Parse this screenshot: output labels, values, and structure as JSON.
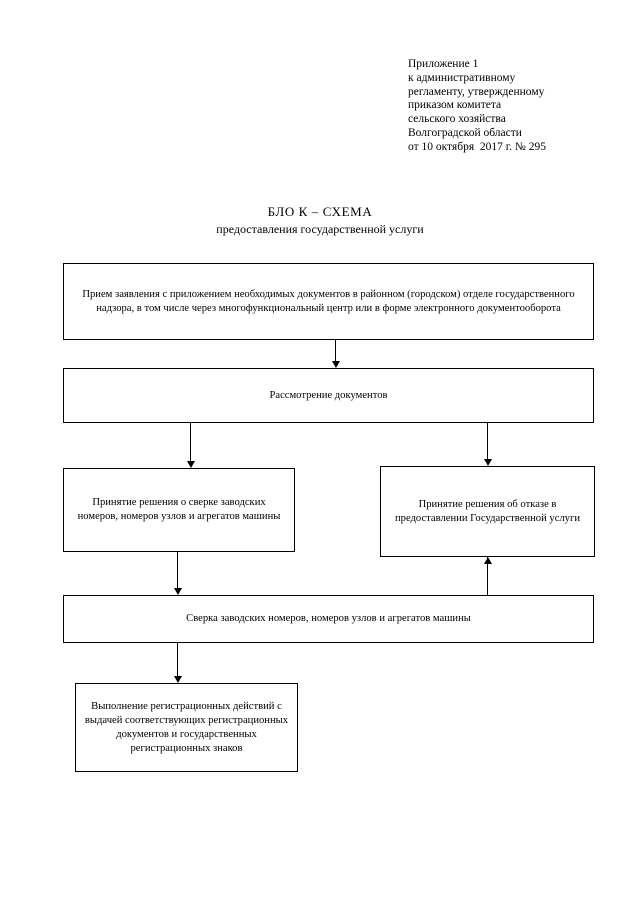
{
  "document": {
    "header_lines": [
      "Приложение 1",
      "к административному",
      "регламенту, утвержденному",
      "приказом комитета",
      "сельского хозяйства",
      "Волгоградской области",
      "от 10 октября  2017 г. № 295"
    ],
    "header_text": "Приложение 1\nк административному\nрегламенту, утвержденному\nприказом комитета\nсельского хозяйства\nВолгоградской области\nот 10 октября  2017 г. № 295",
    "title_main": "БЛО К – СХЕМА",
    "title_sub": "предоставления государственной услуги",
    "page_background": "#ffffff",
    "ink_color": "#000000"
  },
  "flowchart": {
    "type": "flowchart",
    "orientation": "top-to-bottom",
    "nodes": [
      {
        "id": "intake",
        "label": "Прием заявления с приложением необходимых документов в районном (городском) отделе государственного надзора, в том числе через многофункциональный центр или в форме электронного документооборота"
      },
      {
        "id": "review",
        "label": "Рассмотрение документов"
      },
      {
        "id": "decision_verify",
        "label": "Принятие решения о сверке заводских номеров, номеров узлов и агрегатов машины"
      },
      {
        "id": "decision_refuse",
        "label": "Принятие решения об отказе в предоставлении Государственной услуги"
      },
      {
        "id": "verification",
        "label": "Сверка заводских номеров, номеров узлов и агрегатов машины"
      },
      {
        "id": "registration",
        "label": "Выполнение регистрационных действий с выдачей соответствующих регистрационных документов и государственных регистрационных знаков"
      }
    ],
    "edges": [
      {
        "from": "intake",
        "to": "review",
        "direction": "down"
      },
      {
        "from": "review",
        "to": "decision_verify",
        "direction": "down"
      },
      {
        "from": "review",
        "to": "decision_refuse",
        "direction": "down"
      },
      {
        "from": "decision_verify",
        "to": "verification",
        "direction": "down"
      },
      {
        "from": "verification",
        "to": "decision_refuse",
        "direction": "up"
      },
      {
        "from": "verification",
        "to": "registration",
        "direction": "down"
      }
    ]
  }
}
